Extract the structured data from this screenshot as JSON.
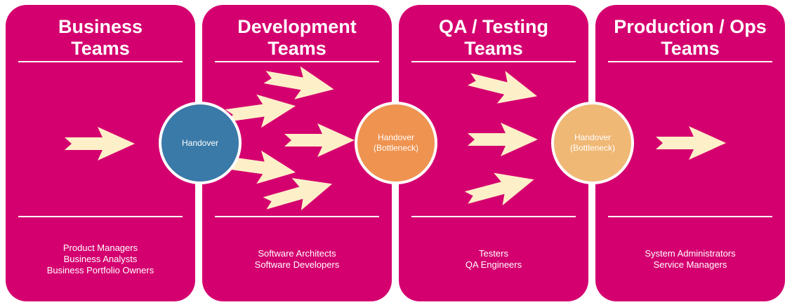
{
  "colors": {
    "panel": "#d4006f",
    "arrow": "#fdf0c8",
    "handover_blue": "#3a7aa8",
    "handover_orange": "#ef9350",
    "handover_tan": "#f0b875"
  },
  "panels": [
    {
      "title": "Business\nTeams",
      "roles": [
        "Product Managers",
        "Business Analysts",
        "Business Portfolio Owners"
      ]
    },
    {
      "title": "Development\nTeams",
      "roles": [
        "Software Architects",
        "Software Developers"
      ]
    },
    {
      "title": "QA / Testing\nTeams",
      "roles": [
        "Testers",
        "QA Engineers"
      ]
    },
    {
      "title": "Production / Ops\nTeams",
      "roles": [
        "System Administrators",
        "Service Managers"
      ]
    }
  ],
  "handovers": [
    {
      "line1": "Handover",
      "line2": ""
    },
    {
      "line1": "Handover",
      "line2": "(Bottleneck)"
    },
    {
      "line1": "Handover",
      "line2": "(Bottleneck)"
    }
  ]
}
